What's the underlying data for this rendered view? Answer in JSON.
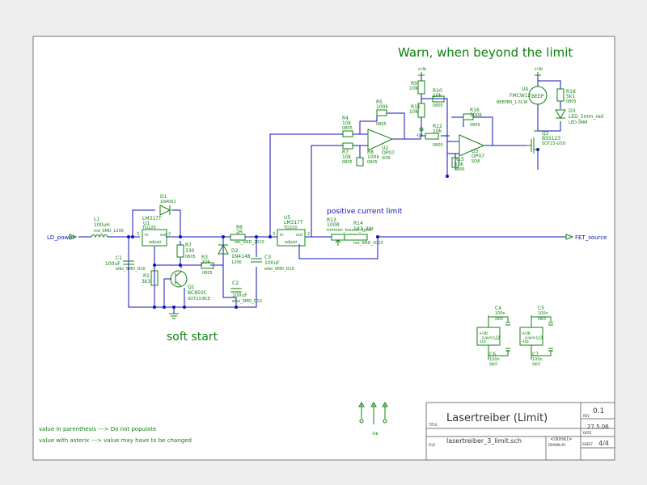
{
  "titles": {
    "warn": "Warn, when beyond the limit",
    "softstart": "soft start",
    "poscurrent": "positive current limit"
  },
  "notes": {
    "line1": "value in parenthesis ---> Do not populate",
    "line2": "value with asterix ---> value may have to be changed"
  },
  "nets": {
    "in": "LD_power",
    "out": "FET_source",
    "vplus": "+Ub",
    "vminus": "-Ub"
  },
  "parts": {
    "L1": {
      "ref": "L1",
      "val": "100uH",
      "fp": "Ind_SMD_1206"
    },
    "D1": {
      "ref": "D1",
      "val": "1N4001"
    },
    "U1": {
      "ref": "U1",
      "val": "LM317T",
      "fp": "TO220",
      "pinl": "3",
      "pinr": "2",
      "in": "in",
      "out": "out",
      "adj": "adjust"
    },
    "C1": {
      "ref": "C1",
      "val": "100uF",
      "fp": "elko_SMD_D10"
    },
    "R1": {
      "ref": "R1",
      "val": "3k3"
    },
    "R7": {
      "ref": "R7",
      "val": "330",
      "fp": "0805"
    },
    "Q1": {
      "ref": "Q1",
      "val": "BC850C",
      "fp": "SOT23-BCE"
    },
    "R3": {
      "ref": "R3",
      "val": "20k",
      "fp": "0805"
    },
    "D2": {
      "ref": "D2",
      "val": "1N4148",
      "fp": "1206"
    },
    "C2": {
      "ref": "C2",
      "val": "100uF",
      "fp": "elko_SMD_D10"
    },
    "R6": {
      "ref": "R6",
      "val": "2R",
      "fp": "res_SMD_2010"
    },
    "C3": {
      "ref": "C3",
      "val": "100uF",
      "fp": "elko_SMD_D10"
    },
    "U5": {
      "ref": "U5",
      "val": "LM317T",
      "fp": "TO220",
      "pinl": "3",
      "pinr": "2",
      "in": "in",
      "out": "out",
      "adj": "adjust"
    },
    "R13": {
      "ref": "R13",
      "val": "100R",
      "fp": "trimmer_bourns_4mm"
    },
    "R14": {
      "ref": "R14",
      "val": "1R2_3W",
      "fp": "res_SMD_2010"
    },
    "R4": {
      "ref": "R4",
      "val": "10k",
      "fp": "0805"
    },
    "R7b": {
      "ref": "R7",
      "val": "10k",
      "fp": "0805"
    },
    "R5": {
      "ref": "R5",
      "val": "100k",
      "fp": "0805"
    },
    "R8": {
      "ref": "R8",
      "val": "100k",
      "fp": "0805"
    },
    "U2": {
      "ref": "U2",
      "val": "OP07",
      "fp": "SO8"
    },
    "R9": {
      "ref": "R9",
      "val": "10k",
      "fp": "0805"
    },
    "R10": {
      "ref": "R10",
      "val": "10k",
      "fp": "0805"
    },
    "R11": {
      "ref": "R11",
      "val": "10k",
      "fp": "0805"
    },
    "R12": {
      "ref": "R12",
      "val": "10k",
      "fp": "0805"
    },
    "R15": {
      "ref": "R15",
      "val": "10k",
      "fp": "0805"
    },
    "R16": {
      "ref": "R16",
      "val": "100k",
      "fp": "0805"
    },
    "U3": {
      "ref": "U3",
      "val": "OP07",
      "fp": "SO8"
    },
    "U4": {
      "ref": "U4",
      "val": "FMCW12",
      "fp": "BEEPER_1-5CW",
      "beep": "BEEP"
    },
    "R18": {
      "ref": "R18",
      "val": "5k1",
      "fp": "0805"
    },
    "D3": {
      "ref": "D3",
      "val": "LED_5mm_red",
      "fp": "LED-3MM"
    },
    "Q2": {
      "ref": "Q2",
      "val": "BSS123",
      "fp": "SOT23-GSD"
    },
    "C4": {
      "ref": "C4",
      "val": "100n",
      "fp": "0805"
    },
    "C5": {
      "ref": "C5",
      "val": "100n",
      "fp": "0805"
    },
    "C6": {
      "ref": "C6",
      "val": "100n",
      "fp": "0805"
    },
    "C7": {
      "ref": "C7",
      "val": "100n",
      "fp": "0805"
    },
    "U2p": {
      "ref": "U2",
      "val": "supply"
    },
    "U3p": {
      "ref": "U3",
      "val": "supply"
    }
  },
  "titleblock": {
    "title": "Lasertreiber (Limit)",
    "title_label": "TITLE",
    "rev": "0.1",
    "rev_label": "REV",
    "date": "27.5.06",
    "date_label": "DATE",
    "file": "lasertreiber_3_limit.sch",
    "file_label": "FILE",
    "drawnby": "<(kmk)>",
    "drawnby_label": "DRAWN BY",
    "sheet": "4/4",
    "sheet_label": "SHEET"
  }
}
